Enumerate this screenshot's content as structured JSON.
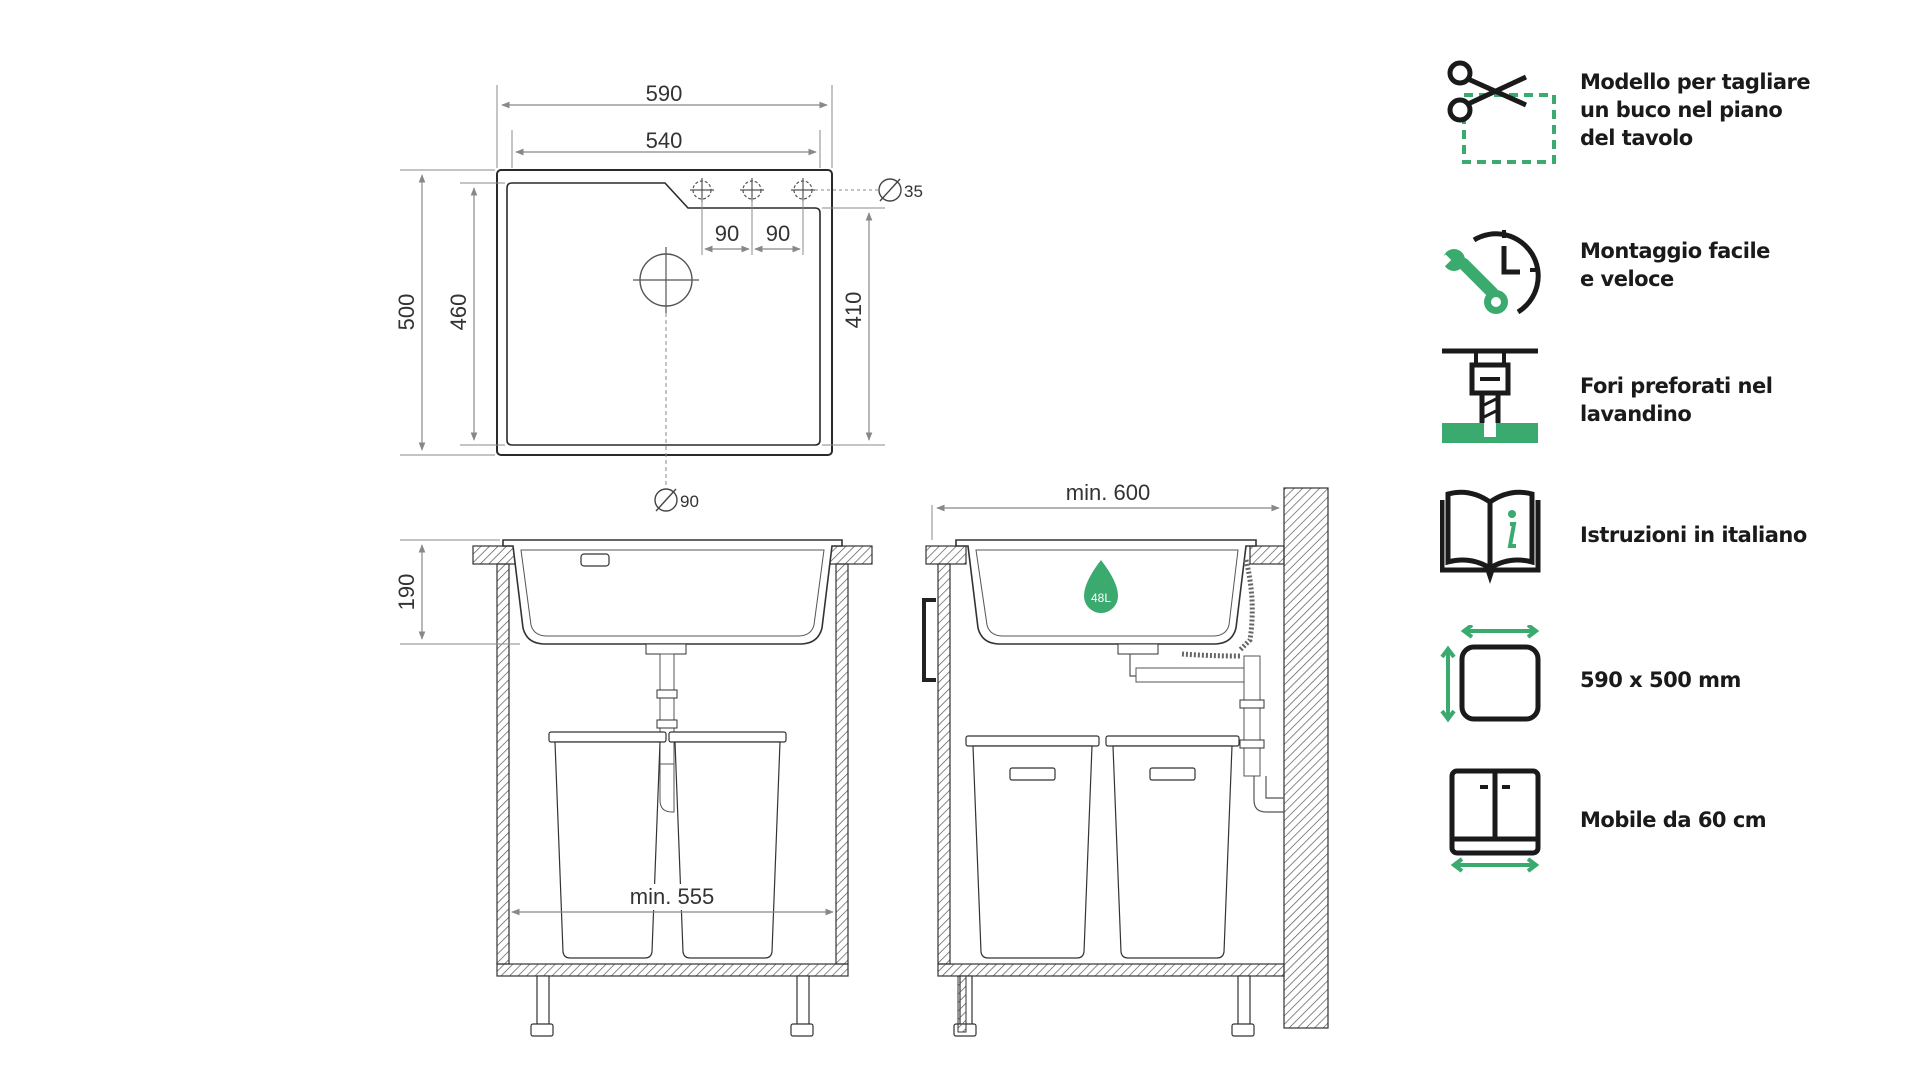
{
  "colors": {
    "accent": "#3BAA6E",
    "line": "#2a2a2a",
    "dimension": "#888888"
  },
  "top_view": {
    "width_outer": "590",
    "width_inner": "540",
    "height_outer": "500",
    "height_inner": "460",
    "height_right": "410",
    "hole_spacing_1": "90",
    "hole_spacing_2": "90",
    "tap_hole_diameter": "35",
    "drain_diameter": "90"
  },
  "front_view": {
    "depth": "190",
    "cabinet_min": "min. 555"
  },
  "side_view": {
    "cabinet_min": "min. 600",
    "capacity": "48L"
  },
  "features": [
    {
      "icon": "scissors-template-icon",
      "label": "Modello per tagliare\nun buco nel piano\ndel tavolo"
    },
    {
      "icon": "clock-wrench-icon",
      "label": "Montaggio facile\ne veloce"
    },
    {
      "icon": "drill-icon",
      "label": "Fori preforati nel\nlavandino"
    },
    {
      "icon": "book-info-icon",
      "label": "Istruzioni in italiano"
    },
    {
      "icon": "sink-size-icon",
      "label": "590 x 500 mm"
    },
    {
      "icon": "cabinet-icon",
      "label": "Mobile da 60 cm"
    }
  ]
}
